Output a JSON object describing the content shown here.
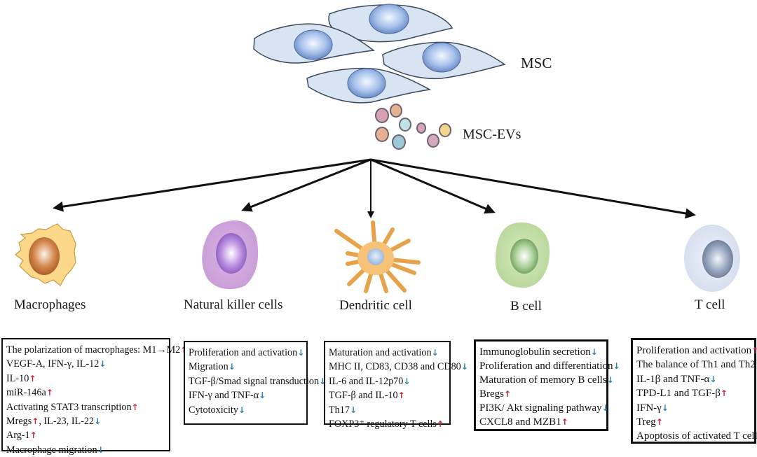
{
  "title": {
    "source_label": "MSC",
    "ev_label": "MSC-EVs"
  },
  "colors": {
    "increase_arrow": "#c4283c",
    "decrease_arrow": "#2f7fa8",
    "msc_fill": "#d8e4f2",
    "msc_nucleus": "#8fb0e0",
    "macrophage_fill": "#fcd98a",
    "macrophage_nucleus": "#c9773a",
    "nk_fill": "#d4a9dd",
    "nk_nucleus": "#a77ad0",
    "dendritic_fill": "#f4b866",
    "dendritic_nucleus": "#a9c4e6",
    "bcell_fill": "#c3dea7",
    "bcell_nucleus": "#7ea969",
    "tcell_fill": "#dde6f4",
    "tcell_nucleus": "#8896ad"
  },
  "ev_colors": [
    "#d9a0b4",
    "#e6b190",
    "#bfe3e6",
    "#d7a5bb",
    "#f2d58a",
    "#e9b08f",
    "#9cc9d6",
    "#d6a8bf"
  ],
  "cells": [
    {
      "id": "macrophages",
      "label": "Macrophages",
      "effects": [
        {
          "text": "The polarization of macrophages:  M1→M2",
          "direction": "up"
        },
        {
          "text": "VEGF-A, IFN-γ, IL-12",
          "direction": "down"
        },
        {
          "text": "IL-10",
          "direction": "up"
        },
        {
          "text": "miR-146a",
          "direction": "up"
        },
        {
          "text": "Activating STAT3 transcription",
          "direction": "up"
        },
        {
          "text": "Mregs↑, IL-23, IL-22",
          "direction": "down"
        },
        {
          "text": "Arg-1",
          "direction": "up"
        },
        {
          "text": "Macrophage migration",
          "direction": "down"
        }
      ]
    },
    {
      "id": "nk",
      "label": "Natural killer cells",
      "effects": [
        {
          "text": "Proliferation and activation",
          "direction": "down"
        },
        {
          "text": "Migration",
          "direction": "down"
        },
        {
          "text": "TGF-β/Smad signal transduction",
          "direction": "down"
        },
        {
          "text": "IFN-γ and TNF-α",
          "direction": "down"
        },
        {
          "text": "Cytotoxicity",
          "direction": "down"
        }
      ]
    },
    {
      "id": "dendritic",
      "label": "Dendritic cell",
      "effects": [
        {
          "text": "Maturation and activation",
          "direction": "down"
        },
        {
          "text": "MHC II, CD83, CD38 and CD80",
          "direction": "down"
        },
        {
          "text": "IL-6 and IL-12p70",
          "direction": "down"
        },
        {
          "text": "TGF-β and IL-10",
          "direction": "up"
        },
        {
          "text": "Th17",
          "direction": "down"
        },
        {
          "text": "FOXP3⁺ regulatory T cells",
          "direction": "up"
        }
      ]
    },
    {
      "id": "bcell",
      "label": "B cell",
      "effects": [
        {
          "text": "Immunoglobulin secretion",
          "direction": "down"
        },
        {
          "text": "Proliferation and differentiation",
          "direction": "down"
        },
        {
          "text": "Maturation of memory B cells",
          "direction": "down"
        },
        {
          "text": "Bregs",
          "direction": "up"
        },
        {
          "text": "PI3K/ Akt signaling pathway",
          "direction": "down"
        },
        {
          "text": "CXCL8 and MZB1",
          "direction": "up"
        }
      ]
    },
    {
      "id": "tcell",
      "label": "T cell",
      "effects": [
        {
          "text": "Proliferation and activation",
          "direction": "up"
        },
        {
          "text": "The balance of Th1 and Th2",
          "direction": "none"
        },
        {
          "text": "IL-1β and TNF-α",
          "direction": "down"
        },
        {
          "text": "TPD-L1 and TGF-β",
          "direction": "up"
        },
        {
          "text": "IFN-γ",
          "direction": "down"
        },
        {
          "text": "Treg",
          "direction": "up"
        },
        {
          "text": "Apoptosis of activated T cells",
          "direction": "up"
        }
      ]
    }
  ],
  "icons": {
    "up": "↑",
    "down": "↓"
  }
}
